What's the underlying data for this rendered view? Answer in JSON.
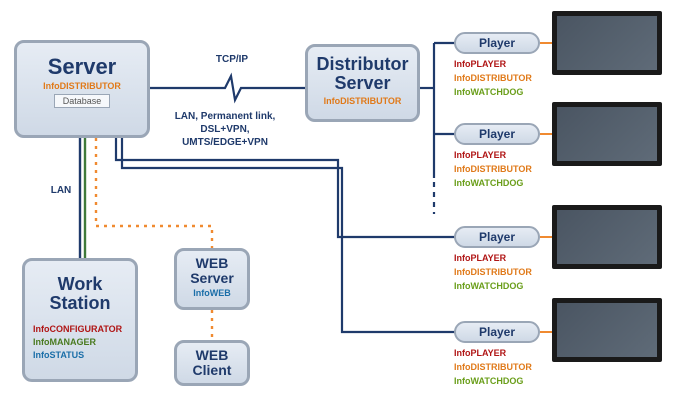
{
  "server": {
    "title": "Server",
    "software": "InfoDISTRIBUTOR",
    "database": "Database"
  },
  "distributor": {
    "title_line1": "Distributor",
    "title_line2": "Server",
    "software": "InfoDISTRIBUTOR"
  },
  "workstation": {
    "title_line1": "Work",
    "title_line2": "Station",
    "software": [
      "InfoCONFIGURATOR",
      "InfoMANAGER",
      "InfoSTATUS"
    ]
  },
  "web_server": {
    "title_line1": "WEB",
    "title_line2": "Server",
    "software": "InfoWEB"
  },
  "web_client": {
    "title_line1": "WEB",
    "title_line2": "Client"
  },
  "links": {
    "tcpip": "TCP/IP",
    "lan": "LAN",
    "wan_line1": "LAN, Permanent link,",
    "wan_line2": "DSL+VPN,",
    "wan_line3": "UMTS/EDGE+VPN"
  },
  "players": [
    {
      "label": "Player",
      "software": [
        "InfoPLAYER",
        "InfoDISTRIBUTOR",
        "InfoWATCHDOG"
      ]
    },
    {
      "label": "Player",
      "software": [
        "InfoPLAYER",
        "InfoDISTRIBUTOR",
        "InfoWATCHDOG"
      ]
    },
    {
      "label": "Player",
      "software": [
        "InfoPLAYER",
        "InfoDISTRIBUTOR",
        "InfoWATCHDOG"
      ]
    },
    {
      "label": "Player",
      "software": [
        "InfoPLAYER",
        "InfoDISTRIBUTOR",
        "InfoWATCHDOG"
      ]
    }
  ],
  "colors": {
    "wire": "#1f3a6b",
    "lan_green": "#3f7a3a",
    "dotted": "#f08a30",
    "box_border": "#9aa6b6"
  }
}
